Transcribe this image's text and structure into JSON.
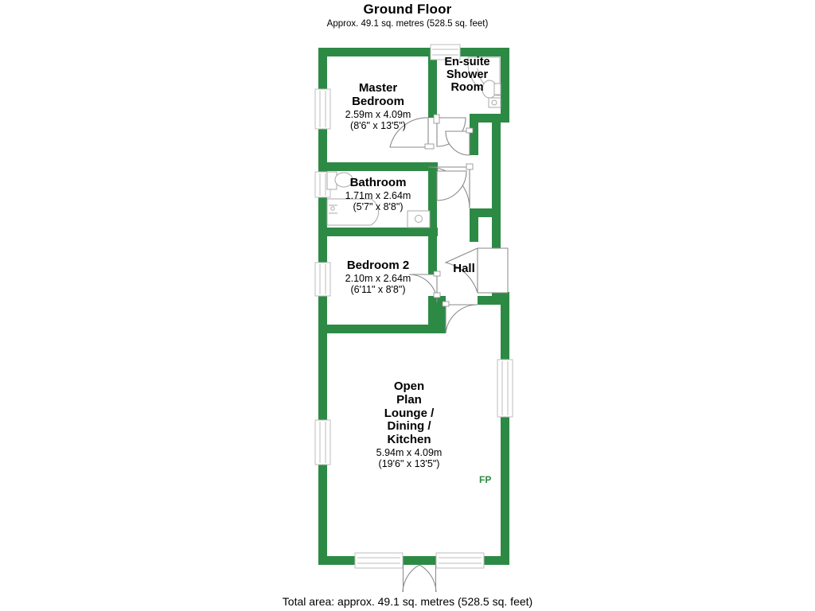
{
  "header": {
    "title": "Ground Floor",
    "subtitle": "Approx. 49.1 sq. metres (528.5 sq. feet)"
  },
  "footer": {
    "total_area": "Total area: approx. 49.1 sq. metres (528.5 sq. feet)"
  },
  "colors": {
    "wall": "#2d8a45",
    "wall_dark": "#1f6b33",
    "fixture_line": "#9a9a9a",
    "text": "#000000",
    "background": "#ffffff"
  },
  "rooms": [
    {
      "id": "master-bedroom",
      "name_lines": [
        "Master",
        "Bedroom"
      ],
      "name": "Master Bedroom",
      "dim_metric": "2.59m x 4.09m",
      "dim_imperial": "(8'6\" x 13'5\")"
    },
    {
      "id": "en-suite-shower-room",
      "name_lines": [
        "En-suite",
        "Shower",
        "Room"
      ],
      "name": "En-suite Shower Room",
      "dim_metric": "",
      "dim_imperial": ""
    },
    {
      "id": "bathroom",
      "name_lines": [
        "Bathroom"
      ],
      "name": "Bathroom",
      "dim_metric": "1.71m x 2.64m",
      "dim_imperial": "(5'7\" x 8'8\")"
    },
    {
      "id": "bedroom-2",
      "name_lines": [
        "Bedroom 2"
      ],
      "name": "Bedroom 2",
      "dim_metric": "2.10m x 2.64m",
      "dim_imperial": "(6'11\" x 8'8\")"
    },
    {
      "id": "hall",
      "name_lines": [
        "Hall"
      ],
      "name": "Hall",
      "dim_metric": "",
      "dim_imperial": ""
    },
    {
      "id": "open-plan-lounge-dining-kitchen",
      "name_lines": [
        "Open",
        "Plan",
        "Lounge /",
        "Dining /",
        "Kitchen"
      ],
      "name": "Open Plan Lounge / Dining / Kitchen",
      "dim_metric": "5.94m x 4.09m",
      "dim_imperial": "(19'6\" x 13'5\")"
    }
  ],
  "annotations": {
    "fireplace": "FP"
  }
}
